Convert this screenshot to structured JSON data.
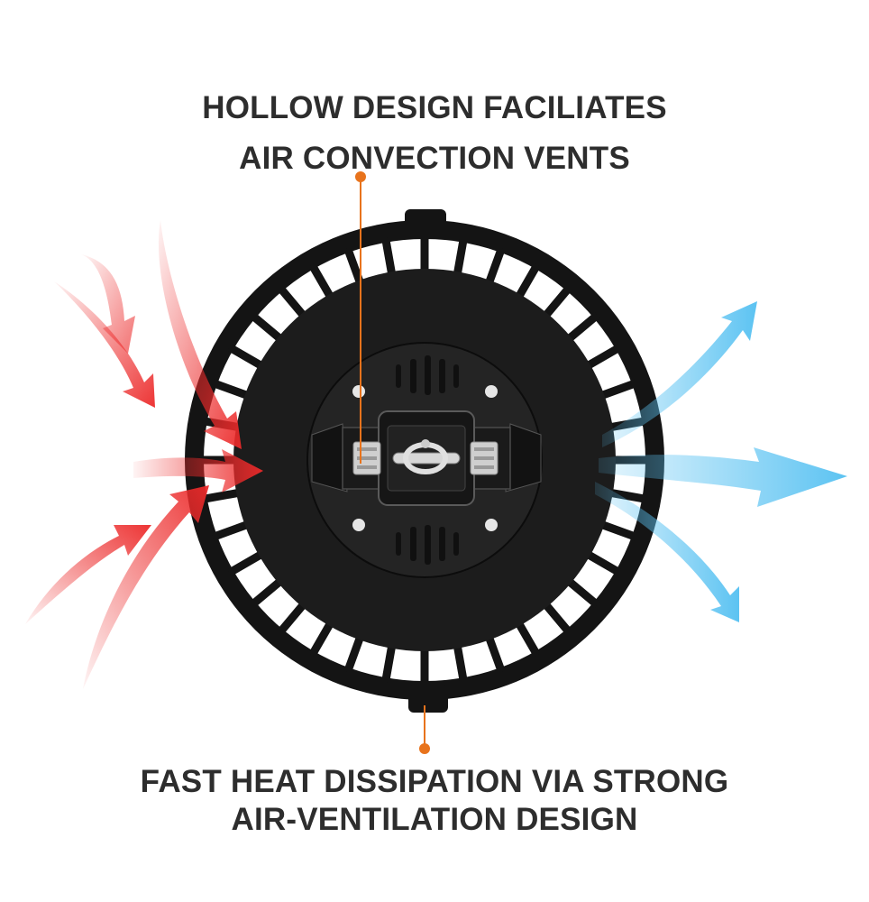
{
  "captions": {
    "top": {
      "line1": "HOLLOW DESIGN FACILIATES",
      "line2": "AIR CONVECTION VENTS"
    },
    "bottom": {
      "line1": "FAST HEAT DISSIPATION VIA STRONG",
      "line2": "AIR-VENTILATION DESIGN"
    }
  },
  "colors": {
    "text": "#2d2d2d",
    "leader": "#e8731c",
    "housing": "#1c1c1c",
    "hot_air": "#ec2a2a",
    "cool_air": "#5cc3f2"
  },
  "icons": {
    "device": "ufo-high-bay-light-back-view",
    "hot_air": "red-airflow-arrows",
    "cool_air": "blue-airflow-arrows"
  }
}
